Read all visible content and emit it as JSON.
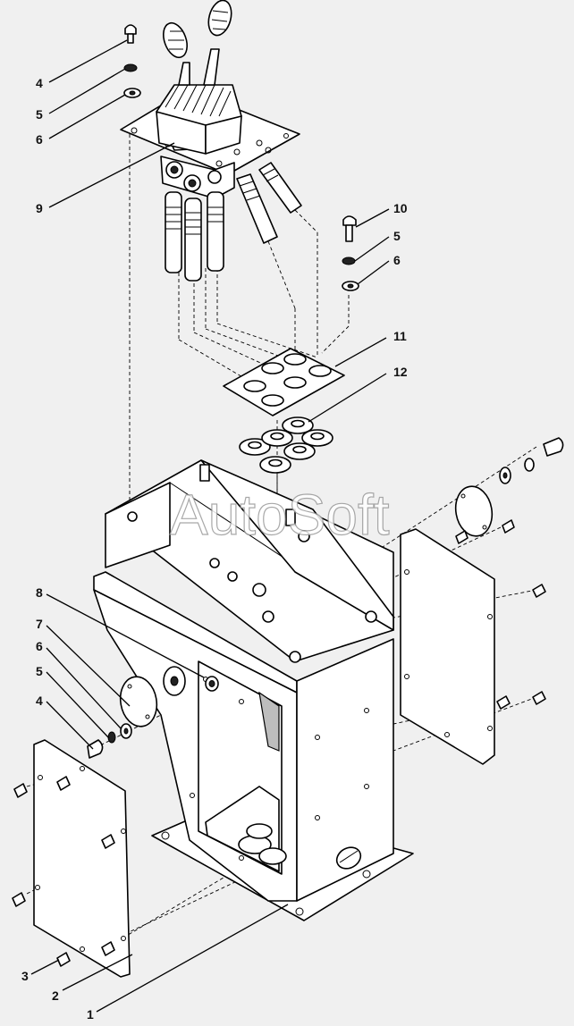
{
  "watermark": "AutoSoft",
  "callouts": [
    {
      "id": "c4a",
      "label": "4"
    },
    {
      "id": "c5a",
      "label": "5"
    },
    {
      "id": "c6a",
      "label": "6"
    },
    {
      "id": "c9",
      "label": "9"
    },
    {
      "id": "c10",
      "label": "10"
    },
    {
      "id": "c5b",
      "label": "5"
    },
    {
      "id": "c6b",
      "label": "6"
    },
    {
      "id": "c11",
      "label": "11"
    },
    {
      "id": "c12",
      "label": "12"
    },
    {
      "id": "c8",
      "label": "8"
    },
    {
      "id": "c7",
      "label": "7"
    },
    {
      "id": "c6c",
      "label": "6"
    },
    {
      "id": "c5c",
      "label": "5"
    },
    {
      "id": "c4b",
      "label": "4"
    },
    {
      "id": "c3",
      "label": "3"
    },
    {
      "id": "c2",
      "label": "2"
    },
    {
      "id": "c1",
      "label": "1"
    }
  ]
}
